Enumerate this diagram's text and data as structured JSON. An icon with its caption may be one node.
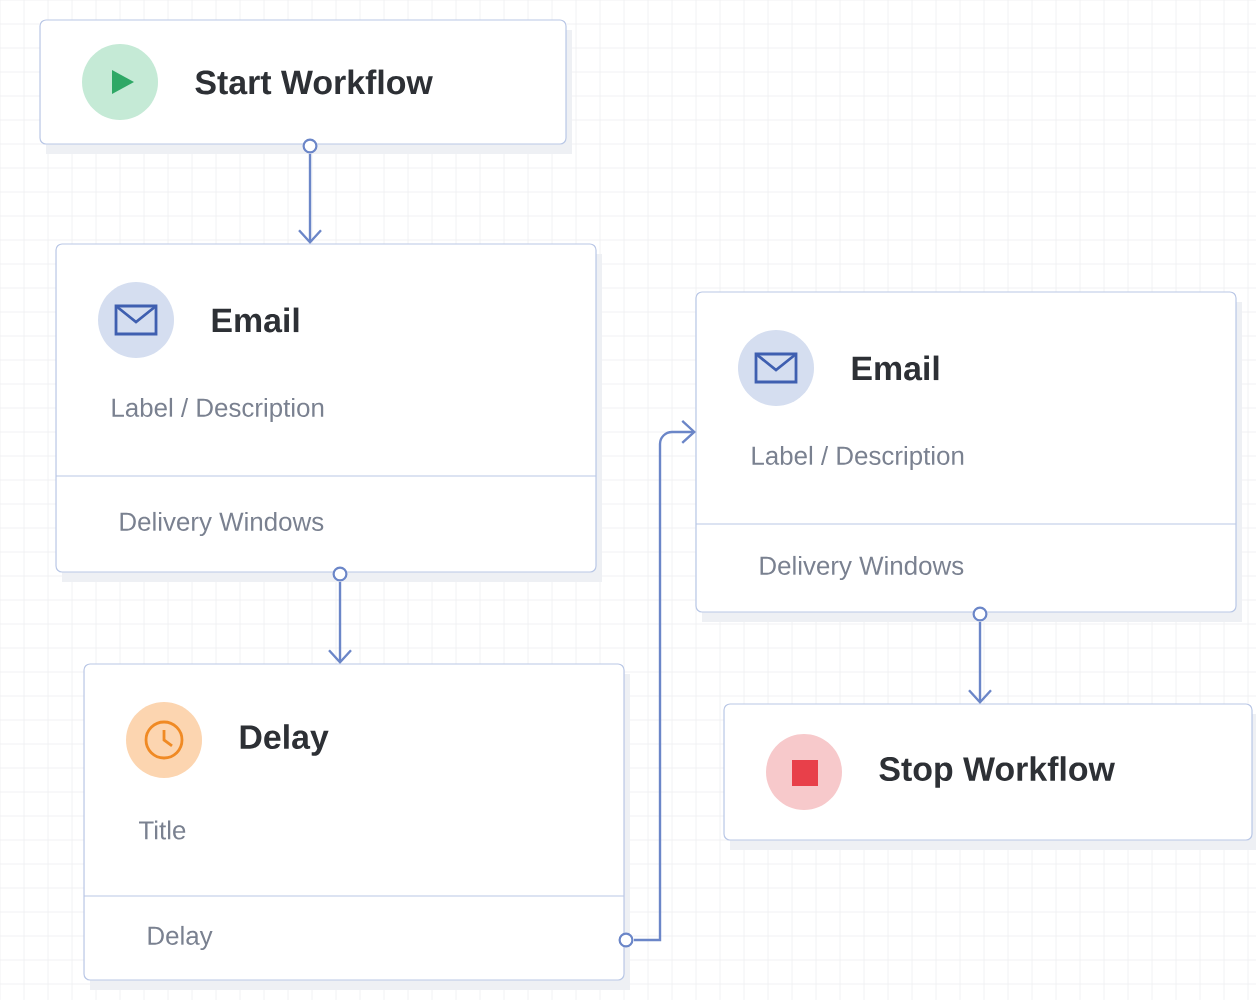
{
  "diagram": {
    "nodes": [
      {
        "text": [
          "Start Workflow"
        ]
      },
      {
        "text": [
          "Email",
          "Label / Description",
          "Delivery Windows"
        ]
      },
      {
        "text": [
          "Delay",
          "Title",
          "Delay"
        ]
      },
      {
        "text": [
          "Email",
          "Label / Description",
          "Delivery Windows"
        ]
      },
      {
        "text": [
          "Stop Workflow"
        ]
      }
    ],
    "edges": [
      {
        "from": 0,
        "to": 1,
        "arrow": "to"
      },
      {
        "from": 1,
        "to": 2,
        "arrow": "to"
      },
      {
        "from": 2,
        "to": 3,
        "arrow": "to"
      },
      {
        "from": 3,
        "to": 4,
        "arrow": "to"
      }
    ]
  }
}
